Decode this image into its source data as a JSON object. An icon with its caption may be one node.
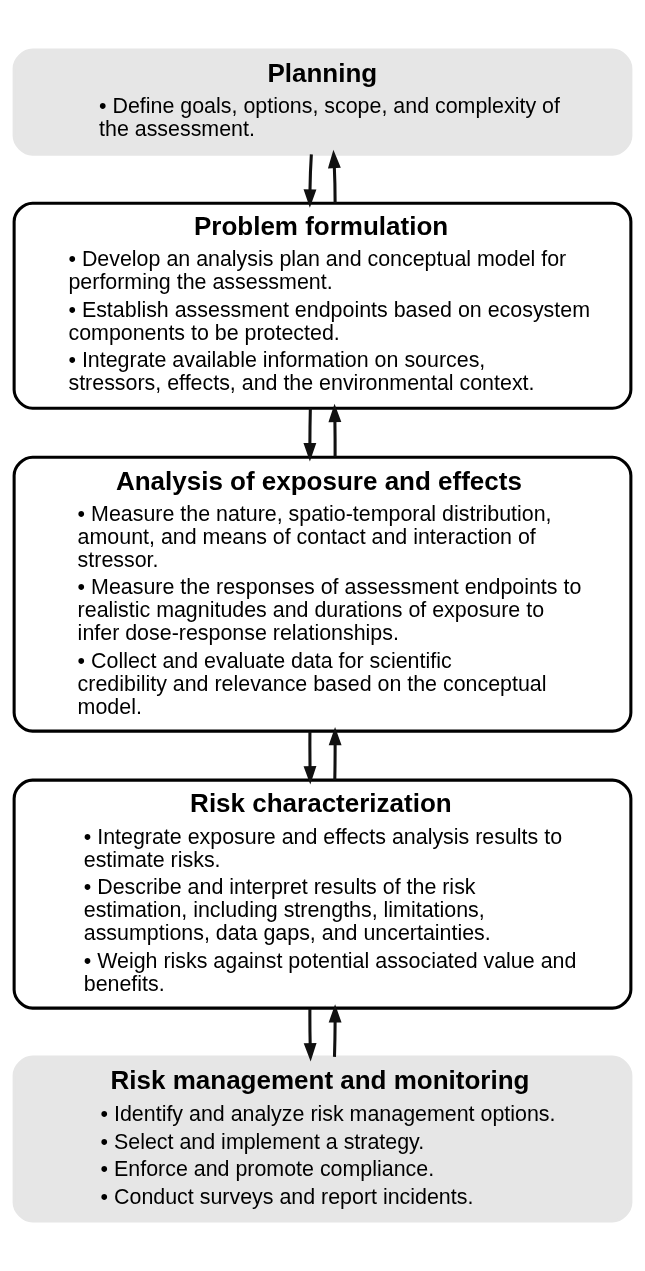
{
  "diagram": {
    "nodes": [
      {
        "text": [
          "Planning",
          "• Define goals, options, scope, and complexity of the assessment."
        ]
      },
      {
        "text": [
          "Problem formulation",
          "• Develop an analysis plan and conceptual model for performing the assessment.",
          "• Establish assessment endpoints based on ecosystem components to be protected.",
          "• Integrate available information on sources, stressors, effects, and the environmental context."
        ]
      },
      {
        "text": [
          "Analysis of exposure and effects",
          "• Measure the nature, spatio-temporal distribution, amount, and means of contact and interaction of stressor.",
          "• Measure the responses of assessment endpoints to realistic magnitudes and durations of exposure to infer dose-response relationships.",
          "• Collect and evaluate data for scientific credibility and relevance based on the conceptual model."
        ]
      },
      {
        "text": [
          "Risk characterization",
          "• Integrate exposure and effects analysis results to estimate risks.",
          "• Describe and interpret results of the risk estimation, including strengths, limitations, assumptions, data gaps, and uncertainties.",
          "• Weigh risks against potential associated value and benefits."
        ]
      },
      {
        "text": [
          "Risk management and monitoring",
          "• Identify and analyze risk management options.",
          "• Select and implement a strategy.",
          "• Enforce and promote compliance.",
          "• Conduct surveys and report incidents."
        ]
      }
    ],
    "edges": [
      {
        "from": 0,
        "to": 1,
        "arrow": "to"
      },
      {
        "from": 1,
        "to": 0,
        "arrow": "to"
      },
      {
        "from": 1,
        "to": 2,
        "arrow": "to"
      },
      {
        "from": 2,
        "to": 1,
        "arrow": "to"
      },
      {
        "from": 2,
        "to": 3,
        "arrow": "to"
      },
      {
        "from": 3,
        "to": 2,
        "arrow": "to"
      },
      {
        "from": 3,
        "to": 4,
        "arrow": "to"
      },
      {
        "from": 4,
        "to": 3,
        "arrow": "to"
      }
    ]
  }
}
